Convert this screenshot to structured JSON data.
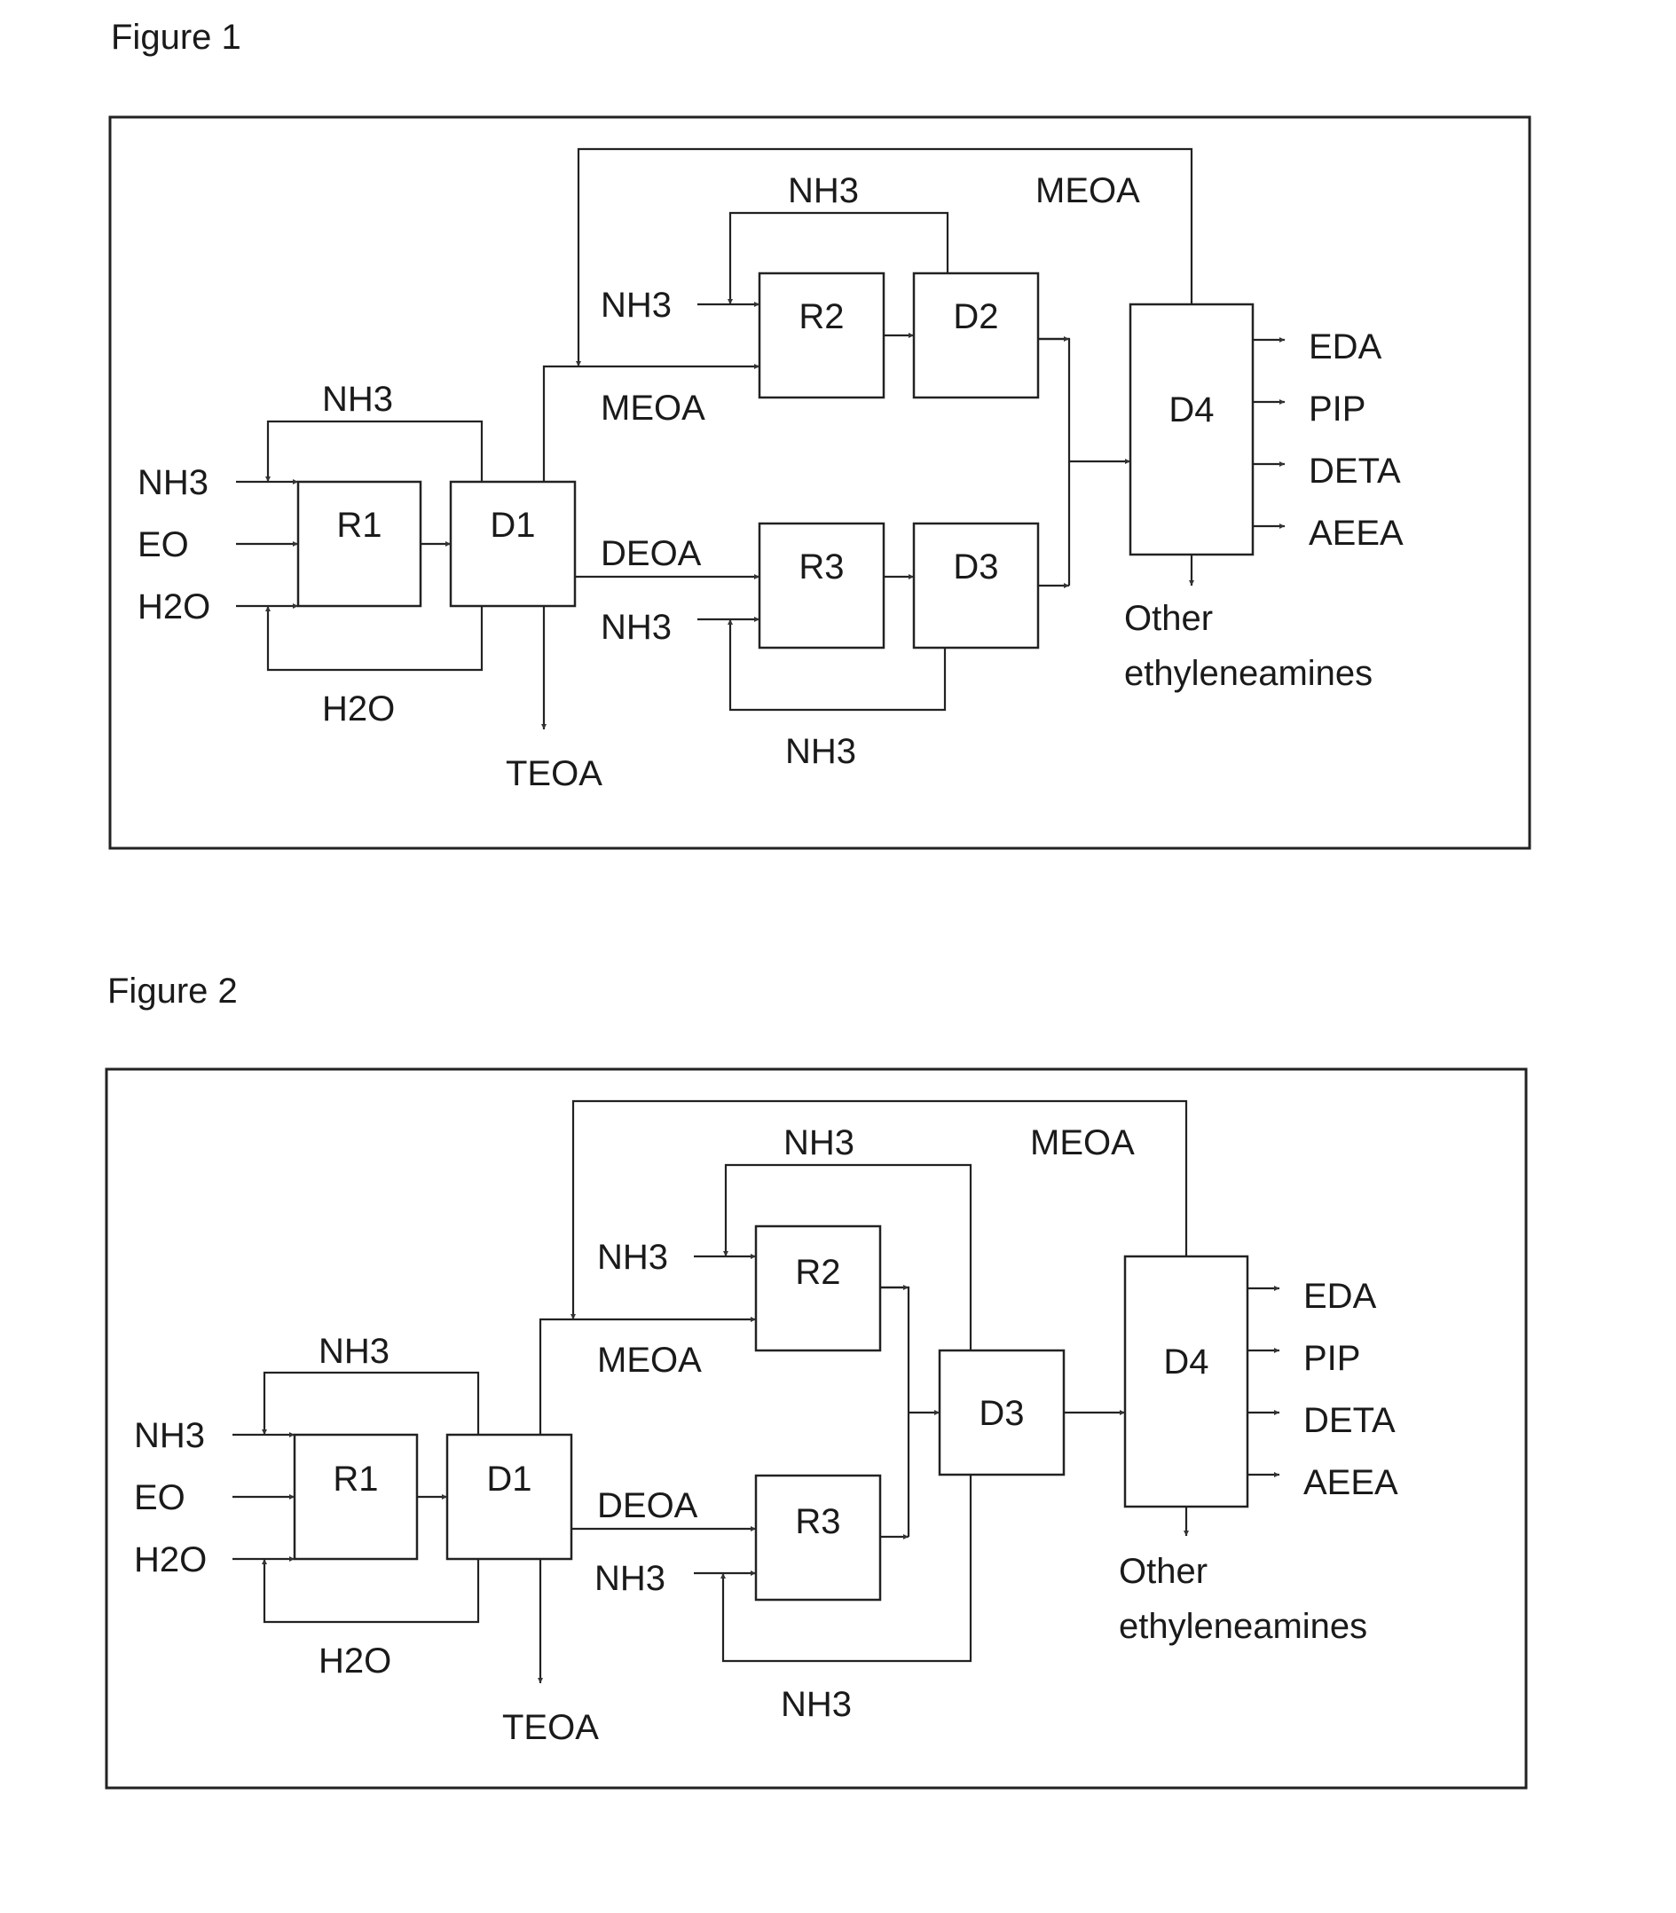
{
  "figure1": {
    "title": "Figure 1",
    "units": {
      "r1": "R1",
      "d1": "D1",
      "r2": "R2",
      "d2": "D2",
      "r3": "R3",
      "d3": "D3",
      "d4": "D4"
    },
    "streams": {
      "feed_nh3": "NH3",
      "feed_eo": "EO",
      "feed_h2o": "H2O",
      "recycle_nh3_r1": "NH3",
      "recycle_h2o_r1": "H2O",
      "teoa": "TEOA",
      "meoa": "MEOA",
      "deoa": "DEOA",
      "nh3_r2_feed": "NH3",
      "nh3_r2_recycle": "NH3",
      "nh3_r3_feed": "NH3",
      "nh3_r3_recycle": "NH3",
      "meoa_recycle": "MEOA"
    },
    "products": {
      "eda": "EDA",
      "pip": "PIP",
      "deta": "DETA",
      "aeea": "AEEA",
      "other_line1": "Other",
      "other_line2": "ethyleneamines"
    }
  },
  "figure2": {
    "title": "Figure 2",
    "units": {
      "r1": "R1",
      "d1": "D1",
      "r2": "R2",
      "r3": "R3",
      "d3": "D3",
      "d4": "D4"
    },
    "streams": {
      "feed_nh3": "NH3",
      "feed_eo": "EO",
      "feed_h2o": "H2O",
      "recycle_nh3_r1": "NH3",
      "recycle_h2o_r1": "H2O",
      "teoa": "TEOA",
      "meoa": "MEOA",
      "deoa": "DEOA",
      "nh3_r2_feed": "NH3",
      "nh3_r2_recycle": "NH3",
      "nh3_r3_feed": "NH3",
      "nh3_r3_recycle": "NH3",
      "meoa_recycle": "MEOA"
    },
    "products": {
      "eda": "EDA",
      "pip": "PIP",
      "deta": "DETA",
      "aeea": "AEEA",
      "other_line1": "Other",
      "other_line2": "ethyleneamines"
    }
  }
}
